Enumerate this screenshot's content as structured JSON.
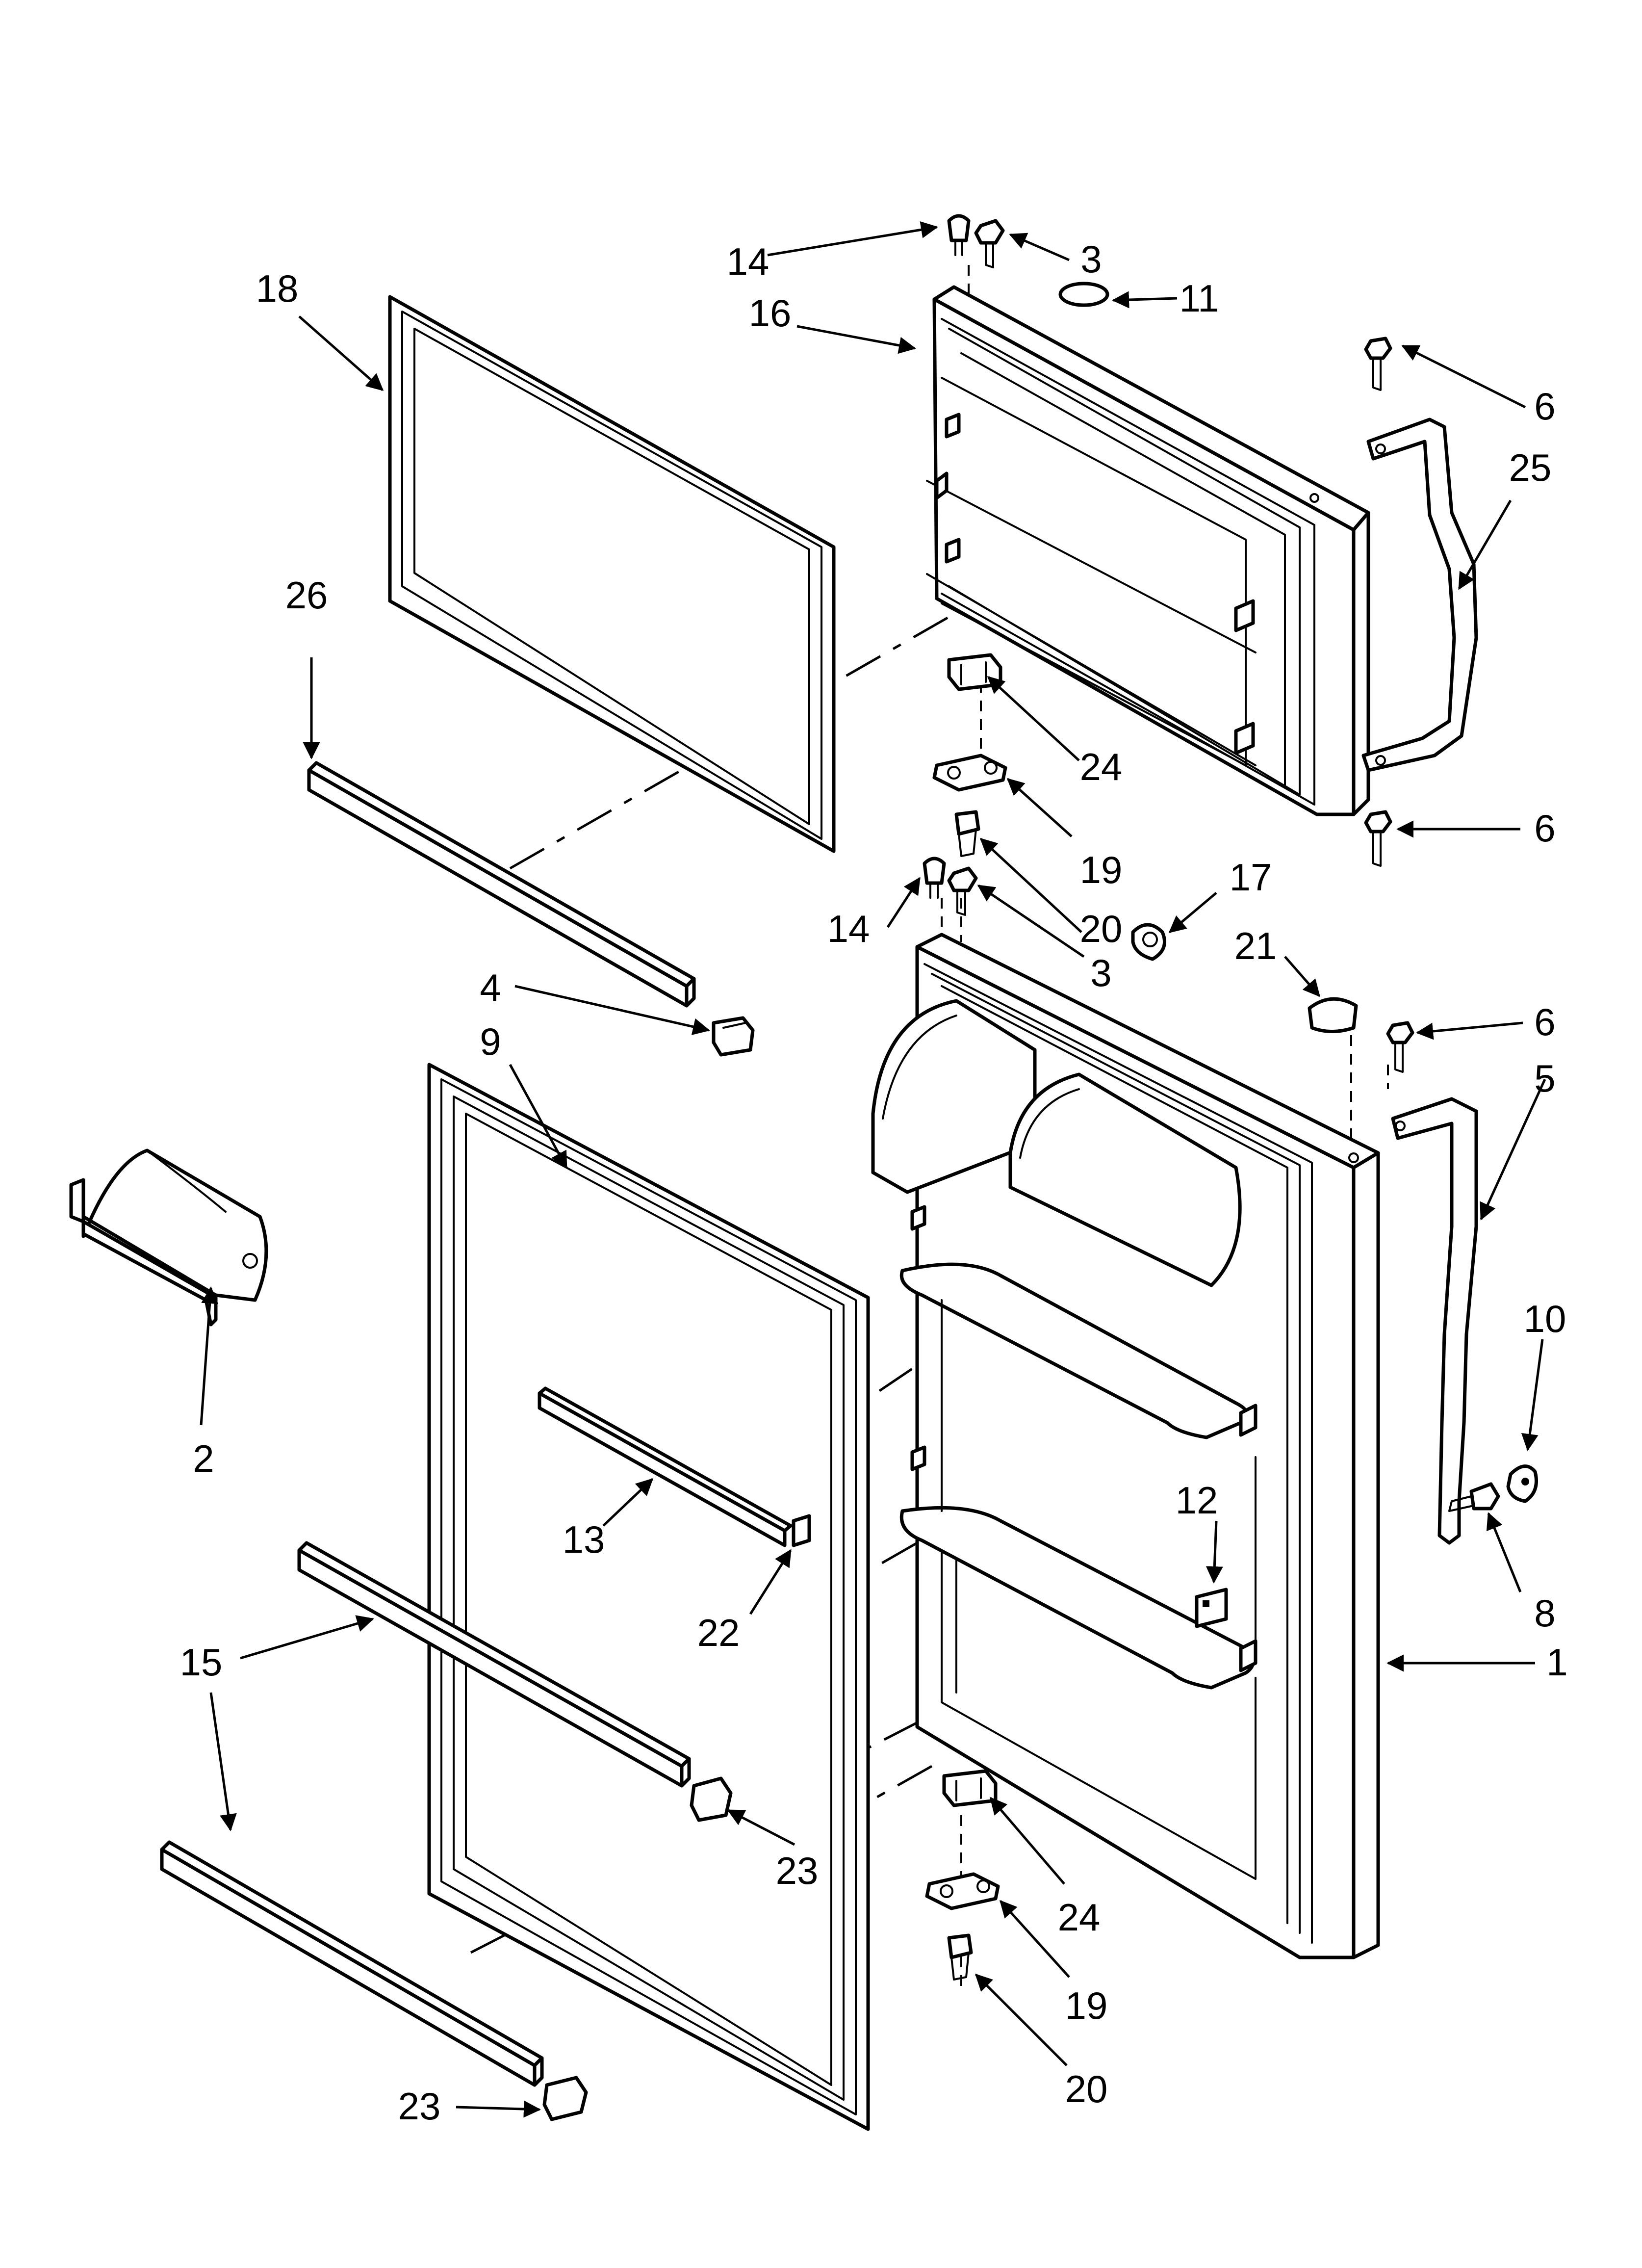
{
  "callouts": {
    "c1": "1",
    "c2": "2",
    "c3_top": "3",
    "c3_mid": "3",
    "c4": "4",
    "c5": "5",
    "c6_top": "6",
    "c6_mid": "6",
    "c6_low": "6",
    "c8": "8",
    "c9": "9",
    "c10": "10",
    "c11": "11",
    "c12": "12",
    "c13": "13",
    "c14_top": "14",
    "c14_mid": "14",
    "c15": "15",
    "c16": "16",
    "c17": "17",
    "c18": "18",
    "c19_top": "19",
    "c19_low": "19",
    "c20_top": "20",
    "c20_low": "20",
    "c21": "21",
    "c22": "22",
    "c23_mid": "23",
    "c23_low": "23",
    "c24_top": "24",
    "c24_low": "24",
    "c25": "25",
    "c26": "26"
  }
}
